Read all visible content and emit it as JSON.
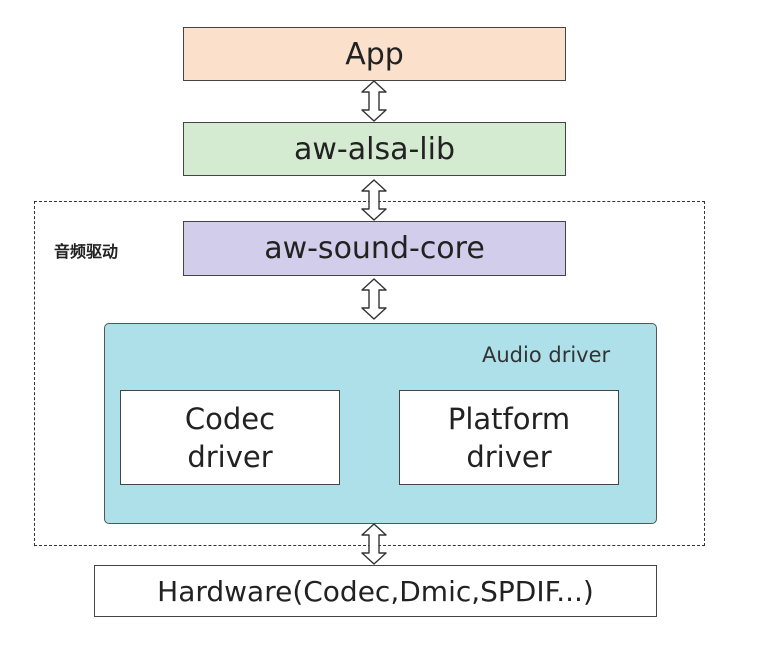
{
  "group_label": "音频驱动",
  "blocks": {
    "app": "App",
    "alsa": "aw-alsa-lib",
    "core": "aw-sound-core",
    "audio_label": "Audio driver",
    "codec": [
      "Codec",
      "driver"
    ],
    "platform": [
      "Platform",
      "driver"
    ],
    "hardware": "Hardware(Codec,Dmic,SPDIF...)"
  },
  "colors": {
    "app_fill": "#FBE1CC",
    "alsa_fill": "#D4EAD1",
    "core_fill": "#D2CDEA",
    "audio_fill": "#AEE0EA"
  }
}
